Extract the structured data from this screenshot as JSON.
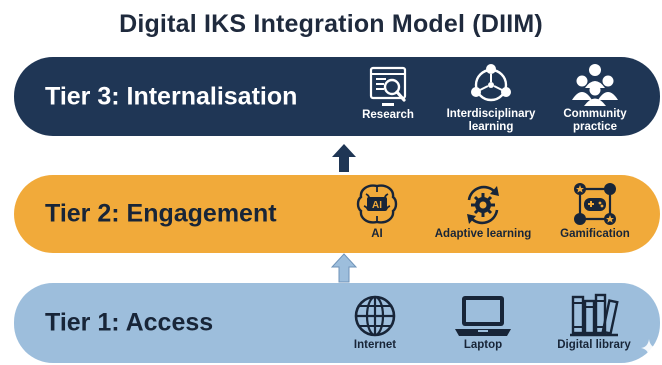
{
  "title": "Digital IKS Integration Model (DIIM)",
  "tiers": [
    {
      "title": "Tier 3: Internalisation",
      "color": "#1f3655",
      "items": [
        {
          "label": "Research",
          "icon": "research-icon"
        },
        {
          "label_line1": "Interdisciplinary",
          "label_line2": "learning",
          "icon": "interdisciplinary-learning-icon"
        },
        {
          "label_line1": "Community",
          "label_line2": "practice",
          "icon": "community-practice-icon"
        }
      ]
    },
    {
      "title": "Tier 2: Engagement",
      "color": "#f1aa3a",
      "items": [
        {
          "label": "AI",
          "icon": "ai-brain-icon",
          "icon_text": "AI"
        },
        {
          "label": "Adaptive learning",
          "icon": "adaptive-learning-icon"
        },
        {
          "label": "Gamification",
          "icon": "gamification-icon"
        }
      ]
    },
    {
      "title": "Tier 1: Access",
      "color": "#9dbedc",
      "items": [
        {
          "label": "Internet",
          "icon": "globe-icon"
        },
        {
          "label": "Laptop",
          "icon": "laptop-icon"
        },
        {
          "label": "Digital library",
          "icon": "digital-library-icon"
        }
      ]
    }
  ],
  "arrows": {
    "tier2_to_tier3_color": "#1f3655",
    "tier1_to_tier2_color": "#9dbedc"
  }
}
